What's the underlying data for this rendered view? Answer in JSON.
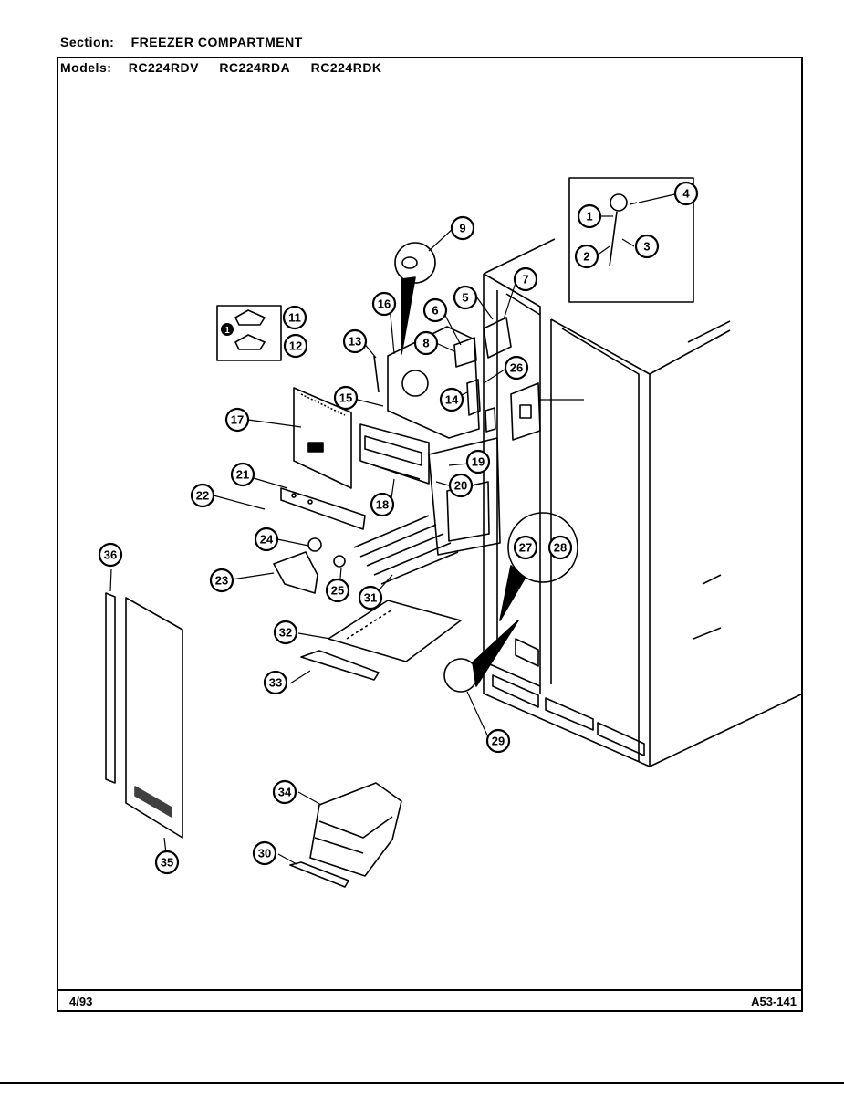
{
  "header": {
    "section_label": "Section:",
    "section_value": "FREEZER COMPARTMENT",
    "models_label": "Models:",
    "models": [
      "RC224RDV",
      "RC224RDA",
      "RC224RDK"
    ]
  },
  "footer": {
    "date": "4/93",
    "code": "A53-141"
  },
  "inset_marker": "1",
  "callouts": [
    "1",
    "2",
    "3",
    "4",
    "5",
    "6",
    "7",
    "8",
    "9",
    "11",
    "12",
    "13",
    "14",
    "15",
    "16",
    "17",
    "18",
    "19",
    "20",
    "21",
    "22",
    "23",
    "24",
    "25",
    "26",
    "27",
    "28",
    "29",
    "30",
    "31",
    "32",
    "33",
    "34",
    "35",
    "36"
  ]
}
